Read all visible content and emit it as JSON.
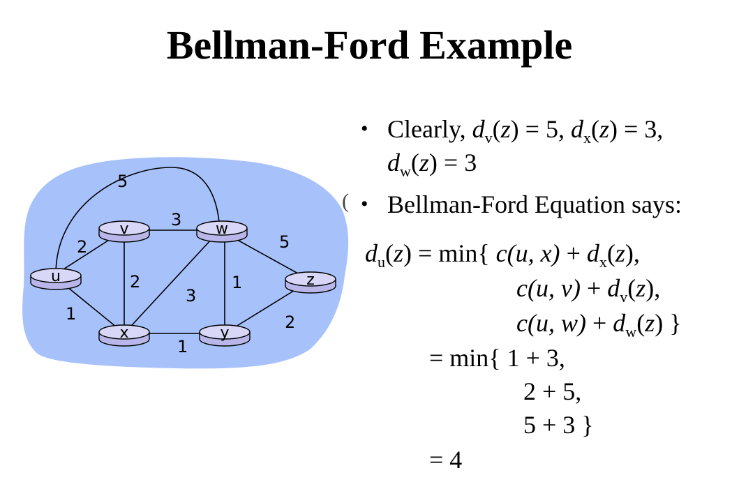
{
  "title": "Bellman-Ford Example",
  "graph": {
    "nodes": [
      "u",
      "v",
      "w",
      "x",
      "y",
      "z"
    ],
    "edges": [
      {
        "from": "u",
        "to": "v",
        "cost": "2"
      },
      {
        "from": "u",
        "to": "x",
        "cost": "1"
      },
      {
        "from": "u",
        "to": "w",
        "cost": "5"
      },
      {
        "from": "v",
        "to": "w",
        "cost": "3"
      },
      {
        "from": "v",
        "to": "x",
        "cost": "2"
      },
      {
        "from": "x",
        "to": "w",
        "cost": "3"
      },
      {
        "from": "x",
        "to": "y",
        "cost": "1"
      },
      {
        "from": "w",
        "to": "y",
        "cost": "1"
      },
      {
        "from": "w",
        "to": "z",
        "cost": "5"
      },
      {
        "from": "y",
        "to": "z",
        "cost": "2"
      }
    ],
    "cloud_color": "#a7c1fb",
    "node_color": "#c9c8f2"
  },
  "bullets": {
    "b1": {
      "prefix": "Clearly, ",
      "d1_sub": "v",
      "d1_val": " = 5, ",
      "d2_sub": "x",
      "d2_val": " = 3,",
      "d3_sub": "w",
      "d3_val": " = 3"
    },
    "b2": "Bellman-Ford Equation says:"
  },
  "equation": {
    "lhs_sub": "u",
    "line1_pre": " = min{ ",
    "line1_c": "c",
    "line1_args": "(u, x)",
    "line1_d_sub": "x",
    "line1_end": ",",
    "line2_c": "c",
    "line2_args": "(u, v)",
    "line2_d_sub": "v",
    "line2_end": ",",
    "line3_c": "c",
    "line3_args": "(u, w)",
    "line3_d_sub": "w",
    "line3_end": " }",
    "step1": "= min{ 1 + 3,",
    "step2": "2 + 5,",
    "step3": "5 + 3 }",
    "result": "= 4"
  }
}
